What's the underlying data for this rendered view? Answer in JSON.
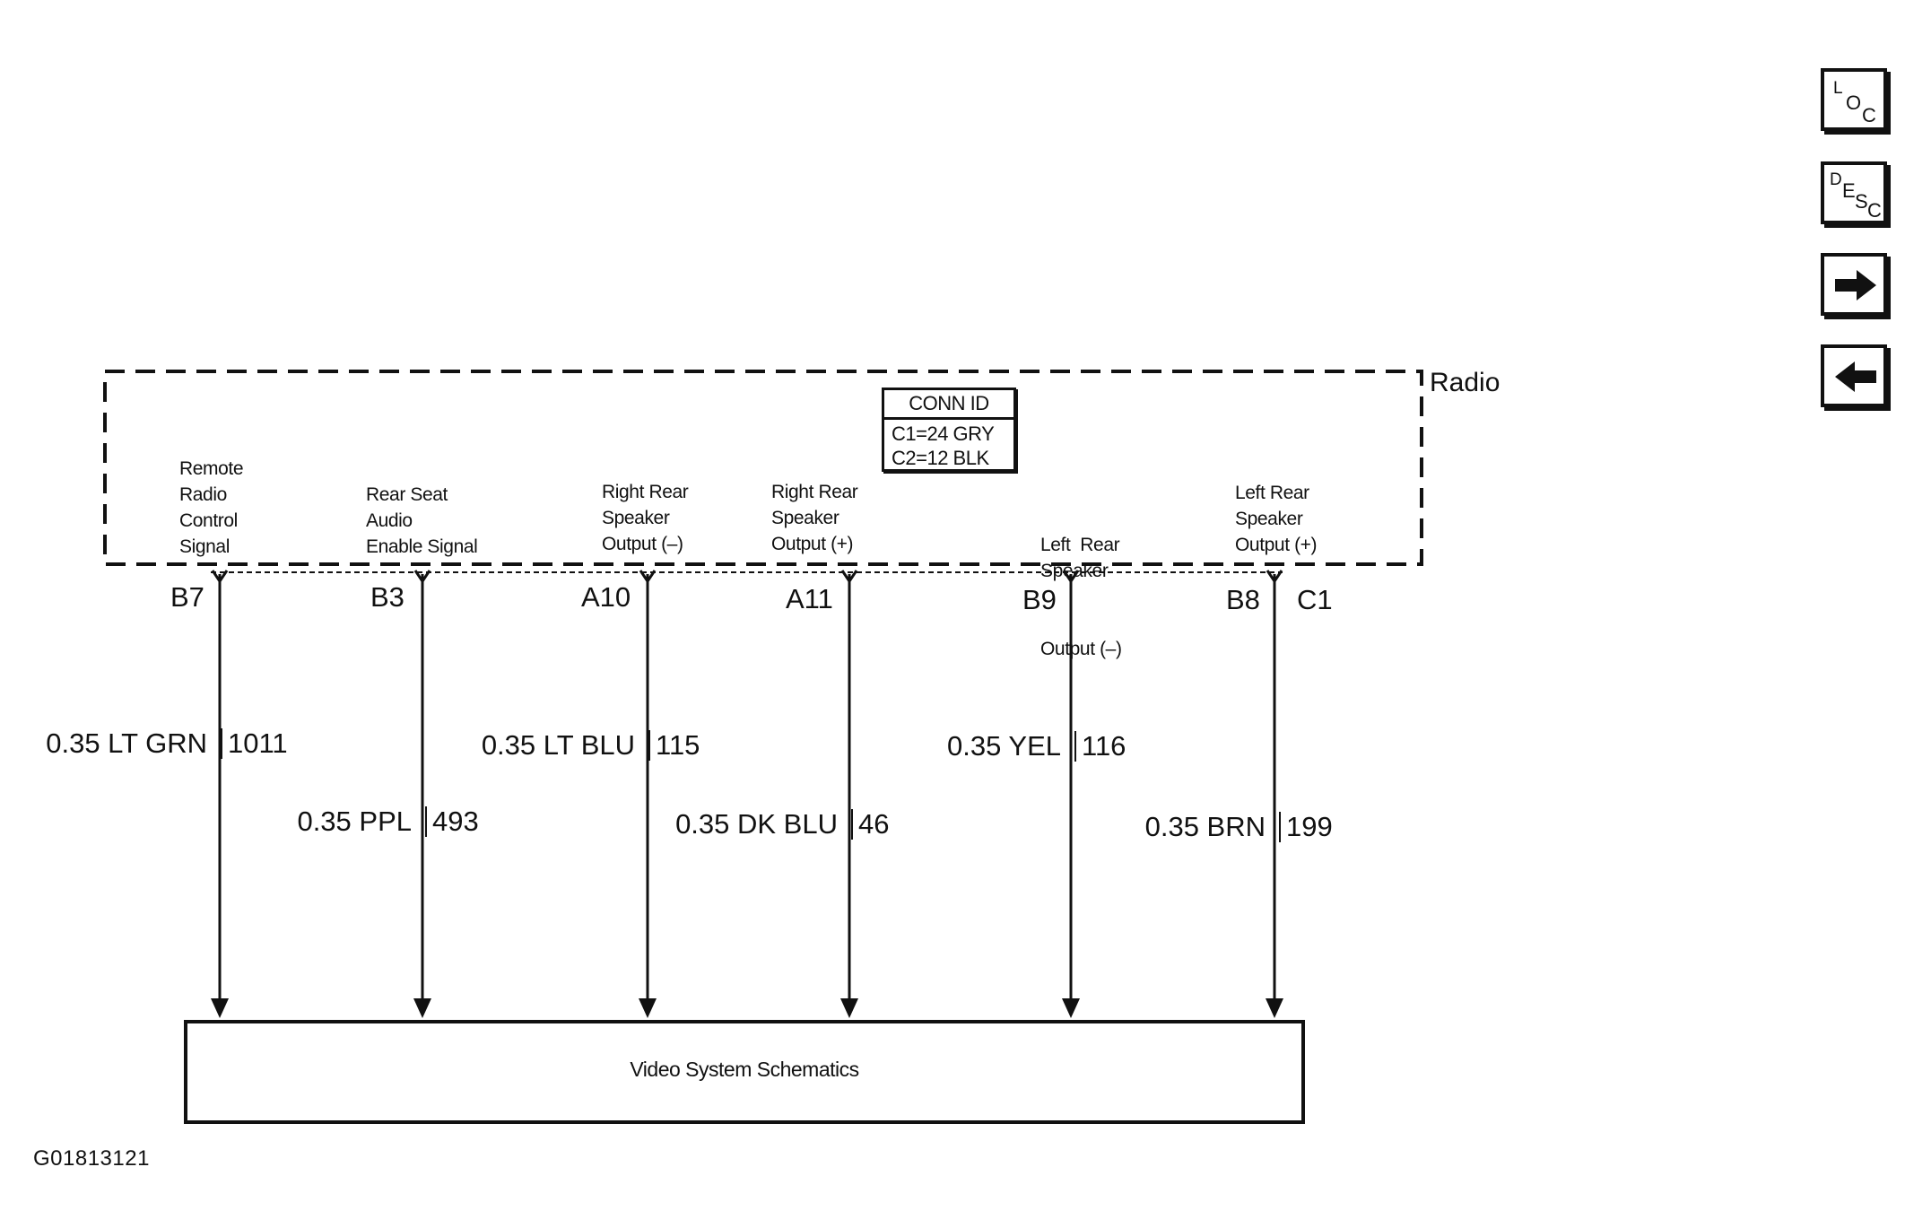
{
  "nav_buttons": {
    "loc": {
      "l1": "L",
      "l2": "O",
      "l3": "C"
    },
    "desc": {
      "l1": "D",
      "l2": "E",
      "l3": "S",
      "l4": "C"
    }
  },
  "component": {
    "name": "Radio",
    "conn_id": {
      "title": "CONN ID",
      "lines": [
        "C1=24 GRY",
        "C2=12 BLK"
      ]
    },
    "connector_label": "C1"
  },
  "circuits": [
    {
      "label": [
        "Remote",
        "Radio",
        "Control",
        "Signal"
      ],
      "pin": "B7",
      "wire_color": "0.35 LT GRN",
      "circuit": "1011"
    },
    {
      "label": [
        "Rear Seat",
        "Audio",
        "Enable Signal"
      ],
      "pin": "B3",
      "wire_color": "0.35 PPL",
      "circuit": "493"
    },
    {
      "label": [
        "Right Rear",
        "Speaker",
        "Output (–)"
      ],
      "pin": "A10",
      "wire_color": "0.35 LT BLU",
      "circuit": "115"
    },
    {
      "label": [
        "Right Rear",
        "Speaker",
        "Output (+)"
      ],
      "pin": "A11",
      "wire_color": "0.35 DK BLU",
      "circuit": "46"
    },
    {
      "label": [
        "Left  Rear",
        "Speaker",
        "Output (–)"
      ],
      "pin": "B9",
      "wire_color": "0.35 YEL",
      "circuit": "116"
    },
    {
      "label": [
        "Left Rear",
        "Speaker",
        "Output (+)"
      ],
      "pin": "B8",
      "wire_color": "0.35 BRN",
      "circuit": "199"
    }
  ],
  "destination": "Video System Schematics",
  "figure_id": "G01813121"
}
